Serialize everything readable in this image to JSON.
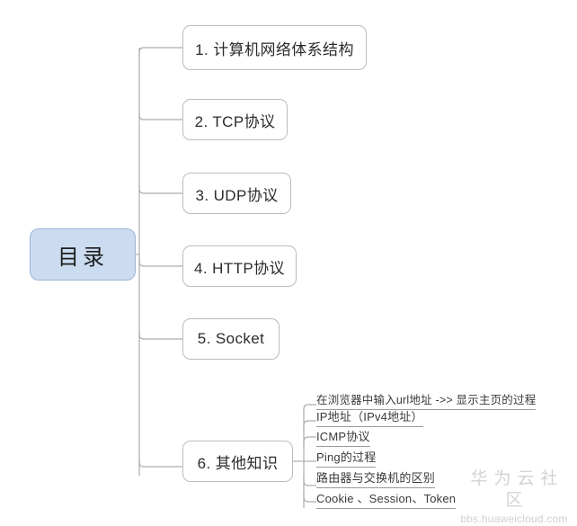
{
  "diagram": {
    "type": "mind-map",
    "title": "目录",
    "root": {
      "label": "目录"
    },
    "branches": [
      {
        "label": "1. 计算机网络体系结构"
      },
      {
        "label": "2. TCP协议"
      },
      {
        "label": "3. UDP协议"
      },
      {
        "label": "4. HTTP协议"
      },
      {
        "label": "5. Socket"
      },
      {
        "label": "6. 其他知识",
        "children": [
          {
            "label": "在浏览器中输入url地址 ->> 显示主页的过程"
          },
          {
            "label": "IP地址（IPv4地址）"
          },
          {
            "label": "ICMP协议"
          },
          {
            "label": "Ping的过程"
          },
          {
            "label": "路由器与交换机的区别"
          },
          {
            "label": "Cookie 、Session、Token"
          }
        ]
      }
    ]
  },
  "watermark": {
    "brand": "华为云社区",
    "url": "bbs.huaweicloud.com"
  },
  "colors": {
    "root_fill": "#cbdbf0",
    "root_border": "#9eb5d6",
    "node_border": "#b9bcbe",
    "node_fill": "#ffffff",
    "connector": "#a9adb0",
    "text": "#2b2b2b",
    "subitem_text": "#3a3a3a",
    "subitem_rule": "#9b9b9b",
    "watermark": "#d3d3d3",
    "background": "#ffffff"
  }
}
